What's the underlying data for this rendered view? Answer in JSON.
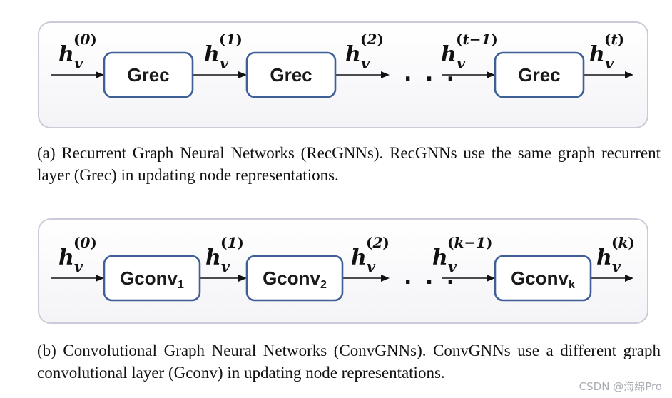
{
  "panel_a": {
    "blocks": [
      {
        "label": "Grec",
        "sub": ""
      },
      {
        "label": "Grec",
        "sub": ""
      },
      {
        "label": "Grec",
        "sub": ""
      }
    ],
    "states": [
      {
        "base": "h",
        "sub": "v",
        "sup": "0"
      },
      {
        "base": "h",
        "sub": "v",
        "sup": "1"
      },
      {
        "base": "h",
        "sub": "v",
        "sup": "2"
      },
      {
        "base": "h",
        "sub": "v",
        "sup": "t−1"
      },
      {
        "base": "h",
        "sub": "v",
        "sup": "t"
      }
    ],
    "ellipsis": ". . ."
  },
  "panel_b": {
    "blocks": [
      {
        "label": "Gconv",
        "sub": "1"
      },
      {
        "label": "Gconv",
        "sub": "2"
      },
      {
        "label": "Gconv",
        "sub": "k"
      }
    ],
    "states": [
      {
        "base": "h",
        "sub": "v",
        "sup": "0"
      },
      {
        "base": "h",
        "sub": "v",
        "sup": "1"
      },
      {
        "base": "h",
        "sub": "v",
        "sup": "2"
      },
      {
        "base": "h",
        "sub": "v",
        "sup": "k−1"
      },
      {
        "base": "h",
        "sub": "v",
        "sup": "k"
      }
    ],
    "ellipsis": ". . ."
  },
  "captions": {
    "a": "(a) Recurrent Graph Neural Networks (RecGNNs). RecGNNs use the same graph recurrent layer (Grec) in updating node representations.",
    "b": "(b) Convolutional Graph Neural Networks (ConvGNNs). ConvGNNs use a different graph convolutional layer (Gconv) in updating node representations."
  },
  "watermark": "CSDN @海绵Pro",
  "colors": {
    "block_border": "#3f5f97",
    "panel_border": "#c9ccd8"
  }
}
